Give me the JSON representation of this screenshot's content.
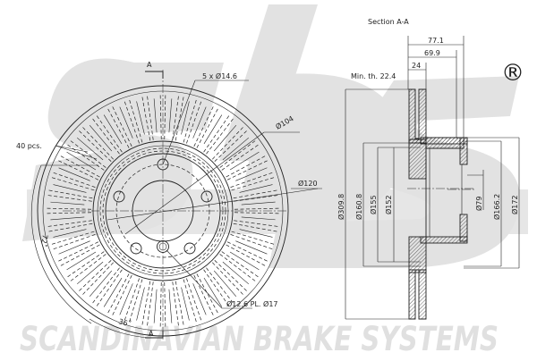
{
  "brand": {
    "watermark_text": "SCANDINAVIAN BRAKE SYSTEMS",
    "logo_letters": "sbs",
    "registered_mark": "®",
    "watermark_color": "#e2e2e2"
  },
  "front_view": {
    "section_marker_top": "A",
    "section_marker_bottom": "A",
    "labels": {
      "bolt_holes": "5 x Ø14.6",
      "vanes": "40 pcs.",
      "pcd": "Ø104",
      "hub_outer": "Ø120",
      "angle_72": "72˚",
      "angle_36": "36˚",
      "small_holes": "Ø12.6 PL. Ø17"
    }
  },
  "section_view": {
    "title": "Section A-A",
    "dimensions": {
      "overall_height": "77.1",
      "hat_height": "69.9",
      "disc_thickness": "24",
      "min_thickness": "Min. th. 22.4",
      "outer_diameter": "Ø309.8",
      "d160_8": "Ø160.8",
      "d155": "Ø155",
      "d152": "Ø152",
      "center_bore": "Ø79",
      "d166_2": "Ø166.2",
      "d172": "Ø172"
    }
  }
}
